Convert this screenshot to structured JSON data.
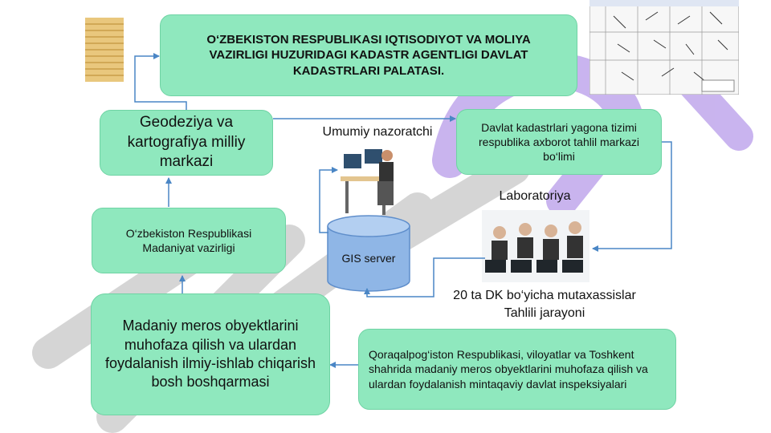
{
  "nodes": {
    "palata": "O‘ZBEKISTON RESPUBLIKASI IQTISODIYOT VA MOLIYA VAZIRLIGI HUZURIDAGI KADASTR AGENTLIGI DAVLAT KADASTRLARI PALATASI.",
    "geodeziya": "Geodeziya va kartografiya milliy markazi",
    "davlat_kadastr": "Davlat kadastrlari yagona tizimi respublika axborot tahlil markazi bo‘limi",
    "madaniyat": "O‘zbekiston Respublikasi Madaniyat vazirligi",
    "madaniy_meros": "Madaniy meros obyektlarini muhofaza qilish va ulardan foydalanish ilmiy-ishlab chiqarish bosh boshqarmasi",
    "qoraqalpogiston": "Qoraqalpog‘iston Respublikasi, viloyatlar va Toshkent shahrida madaniy meros obyektlarini muhofaza qilish va ulardan foydalanish mintaqaviy davlat inspeksiyalari"
  },
  "labels": {
    "nazoratchi": "Umumiy nazoratchi",
    "laboratoriya": "Laboratoriya",
    "gis_server": "GIS server",
    "mutaxassislar": "20 ta DK bo‘yicha mutaxassislar Tahlili jarayoni"
  },
  "colors": {
    "box_fill": "#8fe8be",
    "box_border": "#6fd3a4",
    "arrow": "#4a86c5",
    "cylinder": "#8fb6e6",
    "watermark_gray": "#bdbdbd",
    "watermark_purple": "#a78be0"
  }
}
